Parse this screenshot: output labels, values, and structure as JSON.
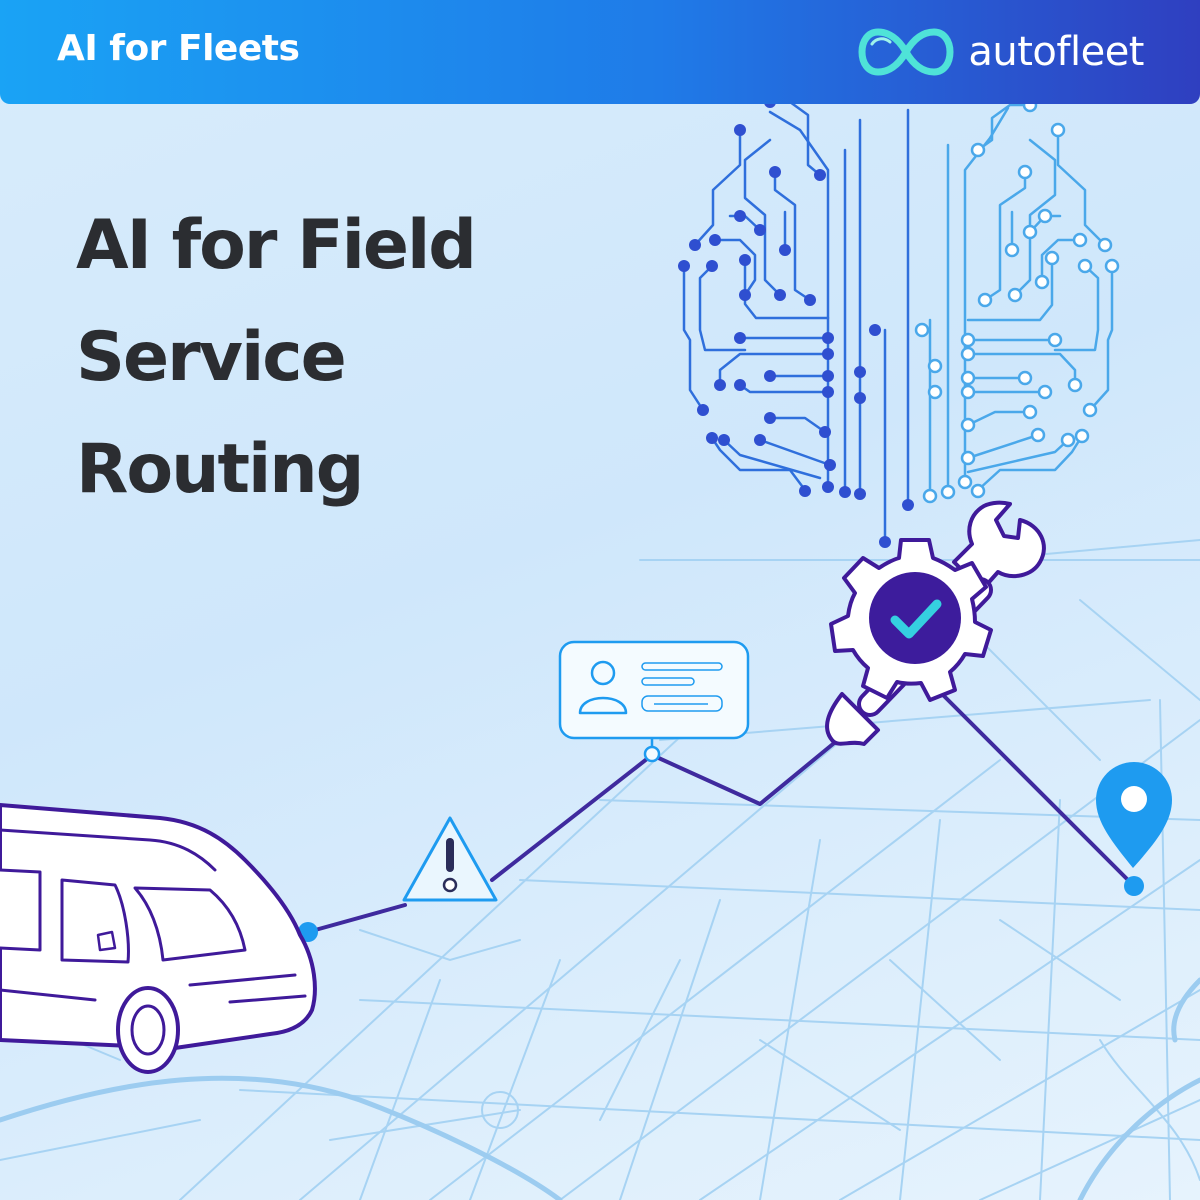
{
  "banner": {
    "title": "AI for Fleets",
    "brand_name": "autofleet",
    "brand_icon": "infinity-loop-logo-icon"
  },
  "headline": {
    "lines": [
      "AI for Field",
      "Service",
      "Routing"
    ]
  },
  "illustration": {
    "icons": [
      "van-icon",
      "warning-triangle-icon",
      "customer-card-icon",
      "gear-check-icon",
      "wrench-icon",
      "location-pin-icon",
      "circuit-brain-icon",
      "street-map"
    ]
  },
  "colors": {
    "banner_start": "#1aa3f5",
    "banner_end": "#2f3fc0",
    "headline_text": "#2b2d31",
    "route_line": "#3f2a9e",
    "map_lines": "#a7d3f3",
    "accent_blue": "#1e9bf0",
    "check_teal": "#35d0e0"
  }
}
